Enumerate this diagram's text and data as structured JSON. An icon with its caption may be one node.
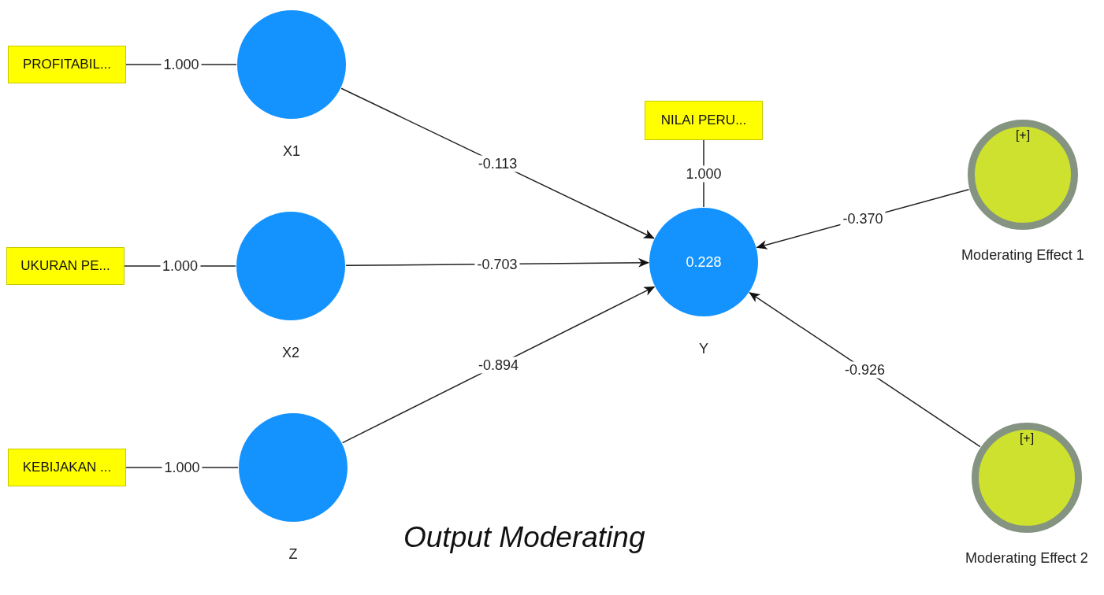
{
  "diagram": {
    "caption": "Output Moderating",
    "nodes": [
      {
        "text": [
          "PROFITABIL..."
        ]
      },
      {
        "text": [],
        "shape": "circle",
        "beside": [
          "X1"
        ]
      },
      {
        "text": [
          "UKURAN PE..."
        ]
      },
      {
        "text": [],
        "shape": "circle",
        "beside": [
          "X2"
        ]
      },
      {
        "text": [
          "KEBIJAKAN ..."
        ]
      },
      {
        "text": [],
        "shape": "circle",
        "beside": [
          "Z"
        ]
      },
      {
        "text": [
          "NILAI PERU..."
        ]
      },
      {
        "text": [
          "0.228"
        ],
        "beside": [
          "Y"
        ]
      },
      {
        "text": [
          "[+]"
        ],
        "beside": [
          "Moderating Effect 1"
        ]
      },
      {
        "text": [
          "[+]"
        ],
        "beside": [
          "Moderating Effect 2"
        ]
      }
    ],
    "edges": [
      {
        "from": 0,
        "to": 1,
        "arrow": "none",
        "label": "1.000"
      },
      {
        "from": 2,
        "to": 3,
        "arrow": "none",
        "label": "1.000"
      },
      {
        "from": 4,
        "to": 5,
        "arrow": "none",
        "label": "1.000"
      },
      {
        "from": 6,
        "to": 7,
        "arrow": "none",
        "label": "1.000"
      },
      {
        "from": 1,
        "to": 7,
        "arrow": "to",
        "label": "-0.113"
      },
      {
        "from": 3,
        "to": 7,
        "arrow": "to",
        "label": "-0.703"
      },
      {
        "from": 5,
        "to": 7,
        "arrow": "to",
        "label": "-0.894"
      },
      {
        "from": 8,
        "to": 7,
        "arrow": "to",
        "label": "-0.370"
      },
      {
        "from": 9,
        "to": 7,
        "arrow": "to",
        "label": "-0.926"
      }
    ]
  }
}
